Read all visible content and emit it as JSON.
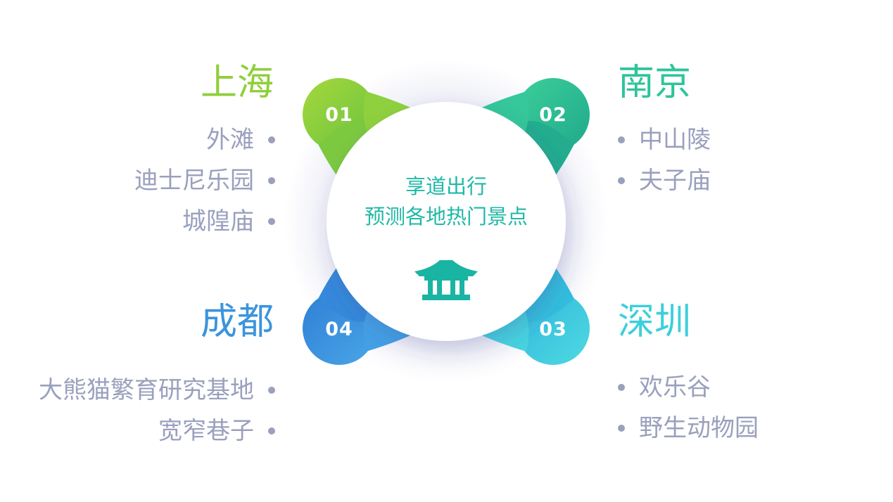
{
  "center": {
    "line1": "享道出行",
    "line2": "预测各地热门景点",
    "icon": "temple-icon"
  },
  "cities": [
    {
      "number": "01",
      "name": "上海",
      "color": "#8fcf3c",
      "items": [
        "外滩",
        "迪士尼乐园",
        "城隍庙"
      ]
    },
    {
      "number": "02",
      "name": "南京",
      "color": "#2ec49a",
      "items": [
        "中山陵",
        "夫子庙"
      ]
    },
    {
      "number": "03",
      "name": "深圳",
      "color": "#3ccfdc",
      "items": [
        "欢乐谷",
        "野生动物园"
      ]
    },
    {
      "number": "04",
      "name": "成都",
      "color": "#3b94dc",
      "items": [
        "大熊猫繁育研究基地",
        "宽窄巷子"
      ]
    }
  ],
  "colors": {
    "text_gray": "#9aa0bd",
    "center_text": "#1fb8a6",
    "icon": "#1ab4a2"
  }
}
